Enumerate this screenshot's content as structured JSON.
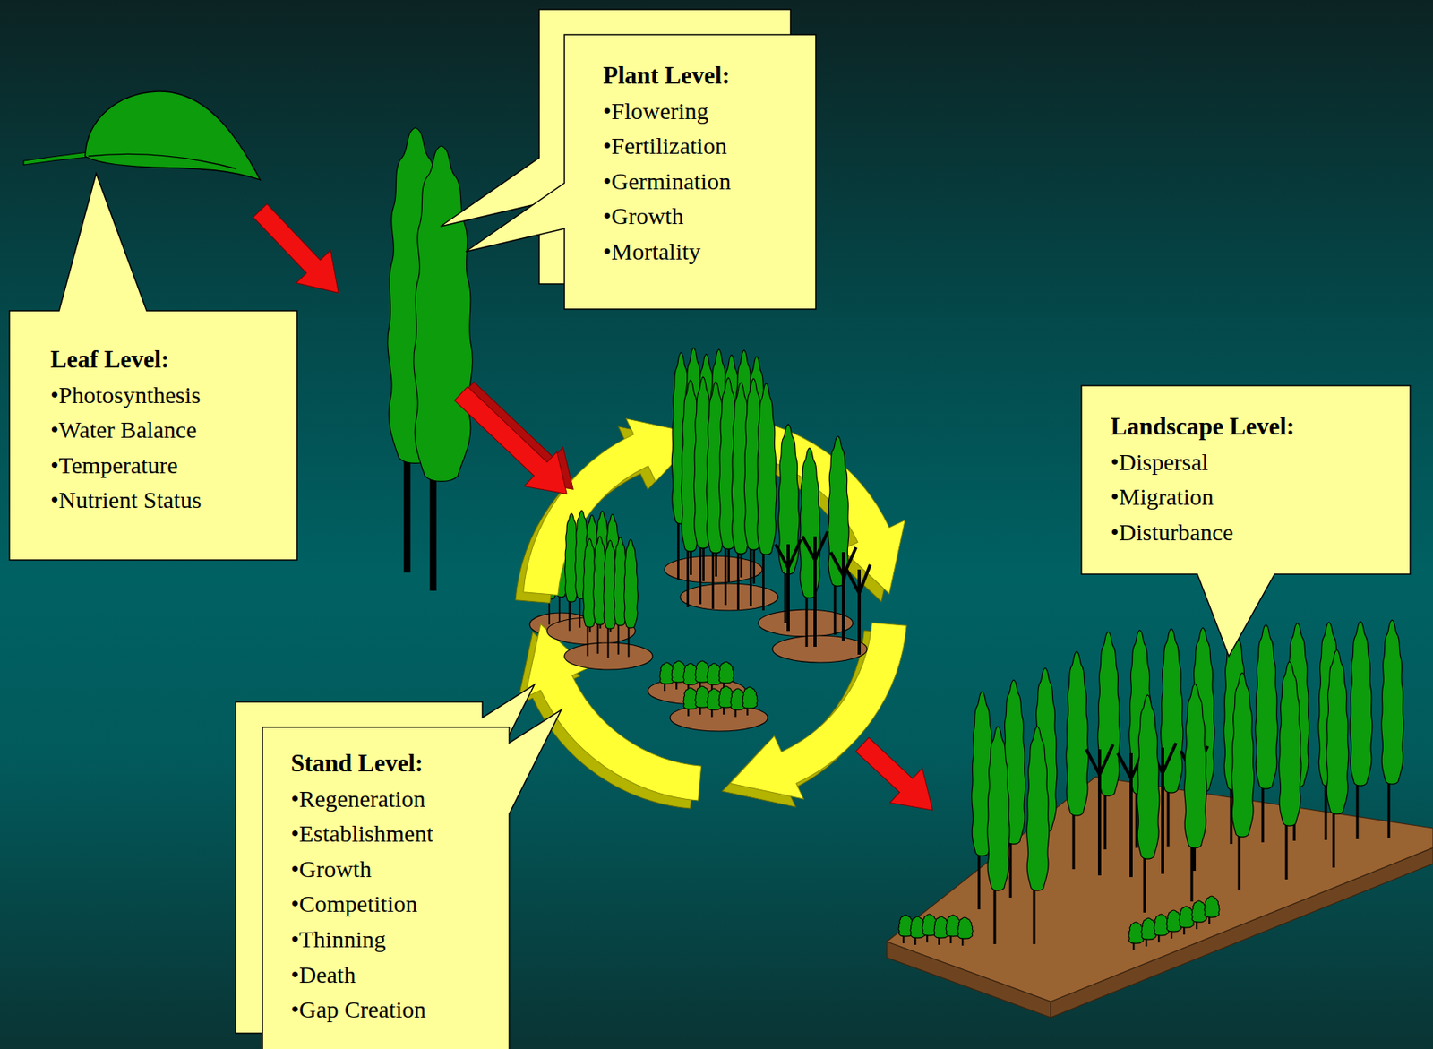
{
  "diagram": {
    "nodes": [
      {
        "text": [
          "Leaf Level:",
          "•Photosynthesis",
          "•Water Balance",
          "•Temperature",
          "•Nutrient Status"
        ]
      },
      {
        "text": [
          "Plant Level:",
          "•Flowering",
          "•Fertilization",
          "•Germination",
          "•Growth",
          "•Mortality"
        ]
      },
      {
        "text": [
          "Stand Level:",
          "•Regeneration",
          "•Establishment",
          "•Growth",
          "•Competition",
          "•Thinning",
          "•Death",
          "•Gap Creation"
        ]
      },
      {
        "text": [
          "Landscape Level:",
          "•Dispersal",
          "•Migration",
          "•Disturbance"
        ]
      }
    ]
  }
}
